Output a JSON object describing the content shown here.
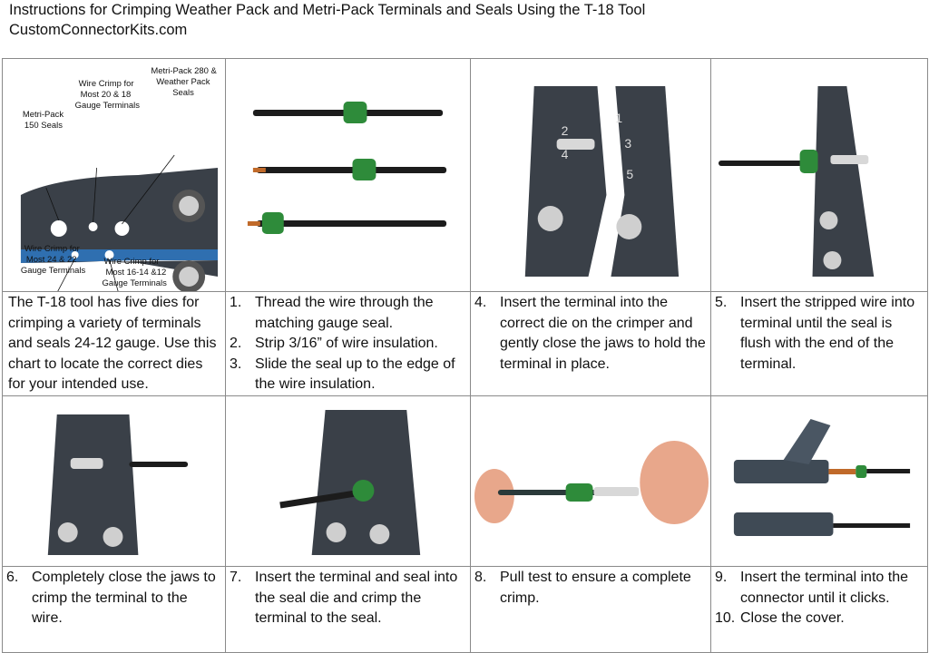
{
  "header": {
    "title": "Instructions for Crimping Weather Pack and Metri-Pack Terminals and Seals Using the T-18 Tool",
    "site": "CustomConnectorKits.com"
  },
  "diagram_labels": {
    "metri_150": [
      "Metri-Pack",
      "150 Seals"
    ],
    "wire_20_18": [
      "Wire Crimp for",
      "Most 20 & 18",
      "Gauge Terminals"
    ],
    "metri_280": [
      "Metri-Pack 280 &",
      "Weather Pack",
      "Seals"
    ],
    "wire_24_22": [
      "Wire Crimp for",
      "Most 24 & 22",
      "Gauge Terminals"
    ],
    "wire_16_12": [
      "Wire Crimp for",
      "Most 16-14 &12",
      "Gauge Terminals"
    ]
  },
  "intro_text": "The T-18 tool has five dies for crimping a variety of terminals and seals 24-12 gauge. Use this chart to locate the correct dies for your intended use.",
  "steps": [
    {
      "num": "1.",
      "text": "Thread the wire through the matching gauge seal."
    },
    {
      "num": "2.",
      "text": "Strip 3/16” of wire insulation."
    },
    {
      "num": "3.",
      "text": "Slide the seal up to the edge of the wire insulation."
    },
    {
      "num": "4.",
      "text": "Insert the terminal into the correct die on the crimper and gently close the jaws to hold the terminal in place."
    },
    {
      "num": "5.",
      "text": "Insert the stripped wire into terminal until the seal is flush with the end of the terminal."
    },
    {
      "num": "6.",
      "text": "Completely close the jaws to crimp the terminal to the wire."
    },
    {
      "num": "7.",
      "text": "Insert the terminal and seal into the seal die and crimp the terminal to the seal."
    },
    {
      "num": "8.",
      "text": "Pull test to ensure a complete crimp."
    },
    {
      "num": "9.",
      "text": "Insert the terminal into the connector until it clicks."
    },
    {
      "num": "10.",
      "text": "Close the cover."
    }
  ],
  "die_numbers": [
    "1",
    "2",
    "3",
    "4",
    "5"
  ],
  "colors": {
    "seal_green": "#2e8b3a",
    "tool_dark": "#3a4048",
    "wire_black": "#1c1c1c",
    "copper": "#c06a2a",
    "border": "#8a8a8a"
  }
}
